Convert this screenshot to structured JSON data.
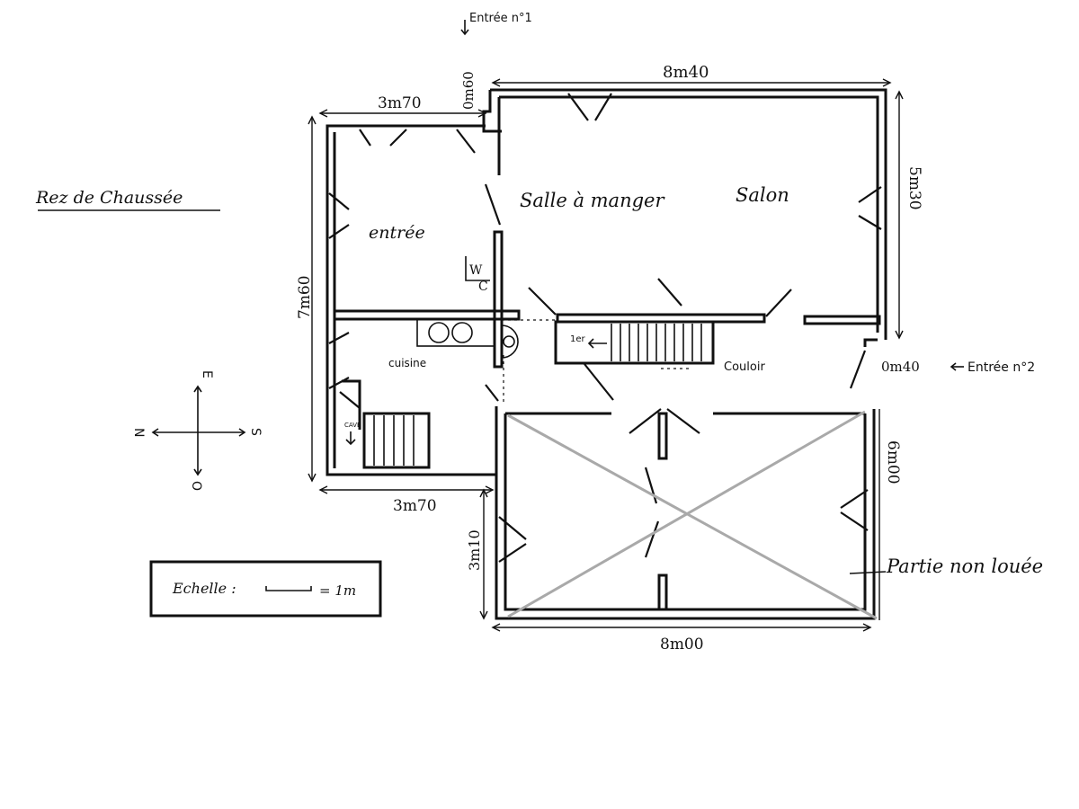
{
  "title": "Rez de Chaussée",
  "rooms": {
    "entree": "entrée",
    "salle_a_manger": "Salle à manger",
    "salon": "Salon",
    "wc_top": "W",
    "wc_bottom": "C",
    "cuisine": "cuisine",
    "couloir": "Couloir",
    "cave": "CAVE",
    "stair_first": "1er"
  },
  "dimensions": {
    "top_width_main": "8m40",
    "top_width_left": "3m70",
    "entry_offset": "0m60",
    "right_height_main": "5m30",
    "left_height": "7m60",
    "bottom_width_left": "3m70",
    "right_height_lower": "6m00",
    "left_height_lower": "3m10",
    "bottom_width_lower": "8m00",
    "entry2_offset": "0m40"
  },
  "entrances": {
    "entree_1": "Entrée n°1",
    "entree_2": "Entrée n°2"
  },
  "compass": {
    "north": "N",
    "south": "S",
    "east": "E",
    "west": "O"
  },
  "scale": {
    "label": "Echelle :",
    "value": "= 1m"
  },
  "annotations": {
    "non_rented": "Partie non louée"
  },
  "colors": {
    "ink": "#111111",
    "cross_out": "#a9a9a9"
  }
}
